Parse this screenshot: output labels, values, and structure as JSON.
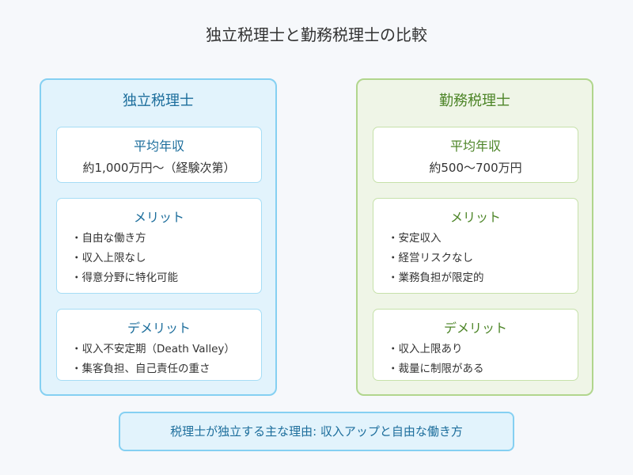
{
  "title": "独立税理士と勤務税理士の比較",
  "independent": {
    "heading": "独立税理士",
    "salary": {
      "label": "平均年収",
      "value": "約1,000万円～（経験次第）"
    },
    "merits": {
      "label": "メリット",
      "items": [
        "自由な働き方",
        "収入上限なし",
        "得意分野に特化可能"
      ]
    },
    "demerits": {
      "label": "デメリット",
      "items": [
        "収入不安定期（Death Valley）",
        "集客負担、自己責任の重さ"
      ]
    }
  },
  "employed": {
    "heading": "勤務税理士",
    "salary": {
      "label": "平均年収",
      "value": "約500～700万円"
    },
    "merits": {
      "label": "メリット",
      "items": [
        "安定収入",
        "経営リスクなし",
        "業務負担が限定的"
      ]
    },
    "demerits": {
      "label": "デメリット",
      "items": [
        "収入上限あり",
        "裁量に制限がある"
      ]
    }
  },
  "footer": "税理士が独立する主な理由: 収入アップと自由な働き方",
  "colors": {
    "independent_border": "#85d0f2",
    "independent_bg": "#e2f3fc",
    "independent_text": "#1d6e9c",
    "employed_border": "#b1d68d",
    "employed_bg": "#eff5e7",
    "employed_text": "#4d8528"
  }
}
